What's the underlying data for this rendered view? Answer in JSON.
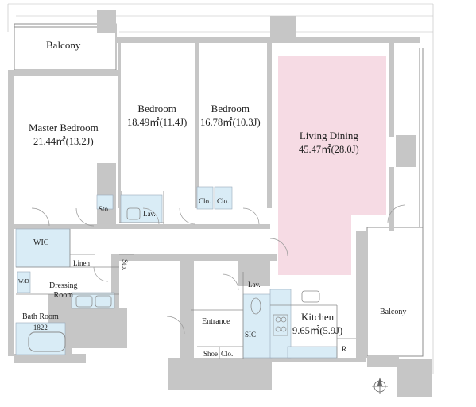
{
  "rooms": {
    "balcony_top": {
      "name": "Balcony"
    },
    "master_bedroom": {
      "name": "Master Bedroom",
      "area": "21.44㎡(13.2J)"
    },
    "bedroom_1": {
      "name": "Bedroom",
      "area": "18.49㎡(11.4J)"
    },
    "bedroom_2": {
      "name": "Bedroom",
      "area": "16.78㎡(10.3J)"
    },
    "living_dining": {
      "name": "Living Dining",
      "area": "45.47㎡(28.0J)"
    },
    "kitchen": {
      "name": "Kitchen",
      "area": "9.65㎡(5.9J)"
    },
    "balcony_right": {
      "name": "Balcony"
    },
    "entrance": {
      "name": "Entrance"
    },
    "bath_room": {
      "name": "Bath Room",
      "size": "1822"
    },
    "dressing_room": {
      "name": "Dressing\nRoom"
    }
  },
  "labels": {
    "wic": "WIC",
    "linen": "Linen",
    "wd": "W/D",
    "sto_1": "Sto.",
    "sto_2": "Sto.",
    "lav_1": "Lav.",
    "lav_2": "Lav.",
    "clo_1": "Clo.",
    "clo_2": "Clo.",
    "sic": "SIC",
    "shoe": "Shoe",
    "clo_entrance": "Clo.",
    "fridge": "R"
  },
  "colors": {
    "wall": "#c6c6c6",
    "living_fill": "#f6dbe4",
    "wet_fill": "#d9ecf6",
    "line": "#8c8c8c"
  },
  "icons": [
    "compass-icon"
  ]
}
